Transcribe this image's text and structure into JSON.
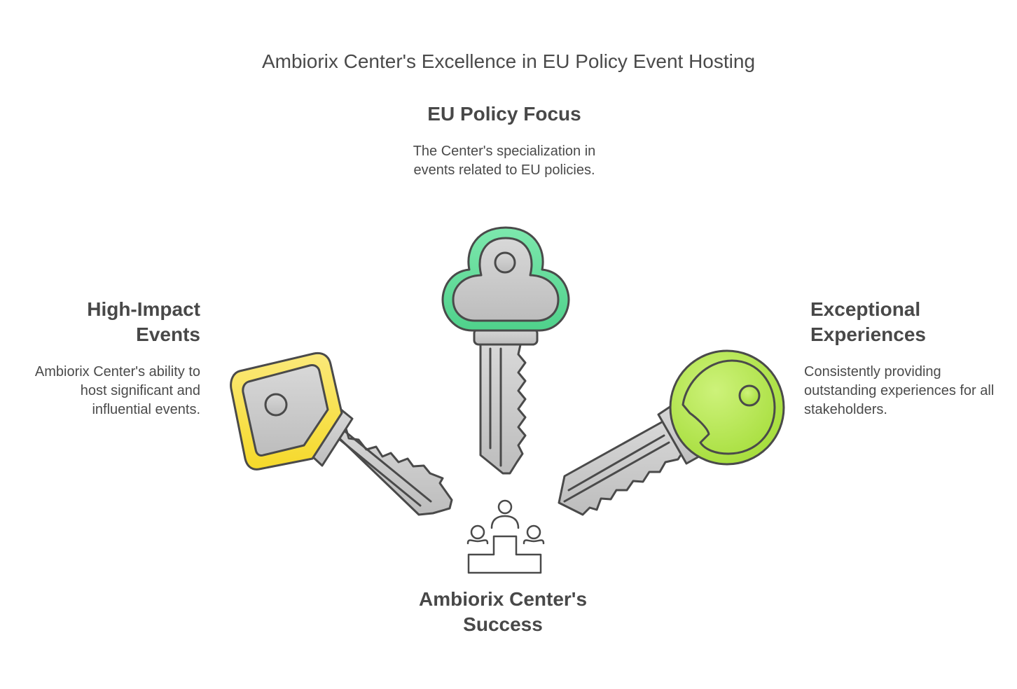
{
  "title": "Ambiorix Center's Excellence in EU Policy Event Hosting",
  "keys": {
    "top": {
      "heading": "EU Policy Focus",
      "description": "The Center's specialization in events related to EU policies.",
      "color": "#5fdd9b"
    },
    "left": {
      "heading_line1": "High-Impact",
      "heading_line2": "Events",
      "description": "Ambiorix Center's ability to host significant and influential events.",
      "color": "#f8e34a"
    },
    "right": {
      "heading_line1": "Exceptional",
      "heading_line2": "Experiences",
      "description": "Consistently providing outstanding experiences for all stakeholders.",
      "color": "#b6ea4e"
    }
  },
  "center": {
    "heading_line1": "Ambiorix Center's",
    "heading_line2": "Success",
    "icon": "podium-people-icon"
  },
  "colors": {
    "key_metal": "#cfcfcf",
    "outline": "#4a4a4a",
    "text": "#484848"
  }
}
